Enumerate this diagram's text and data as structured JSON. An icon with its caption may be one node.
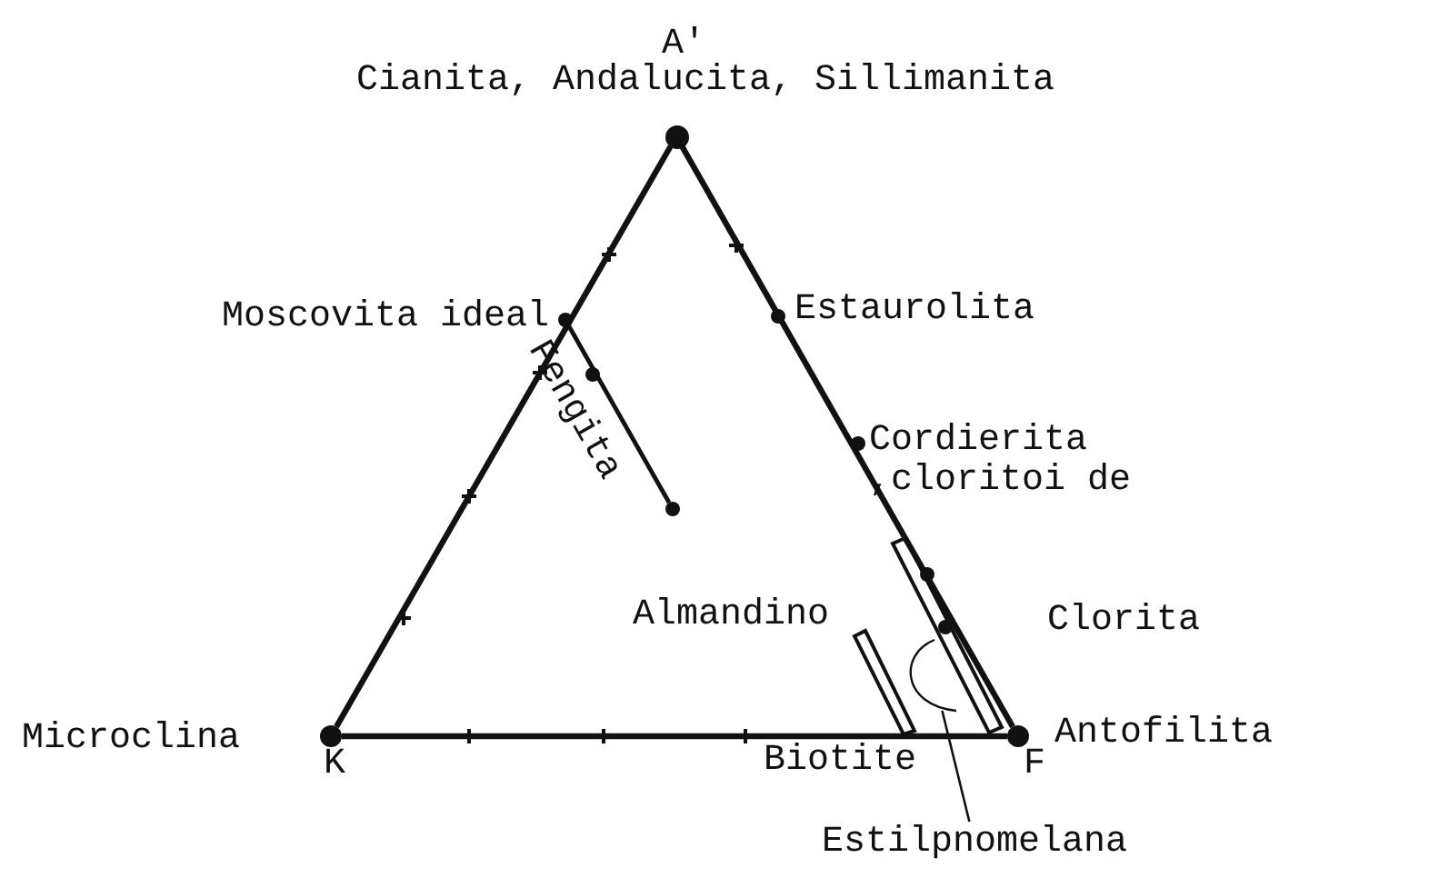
{
  "diagram": {
    "nodes": [
      {
        "text": [
          "A'"
        ],
        "beside": [
          "Cianita, Andalucita, Sillimanita"
        ]
      },
      {
        "text": [
          "K"
        ],
        "beside": [
          "Microclina"
        ]
      },
      {
        "text": [
          "F"
        ],
        "beside": [
          "Antofilita"
        ]
      },
      {
        "text": [
          "Moscovita ideal"
        ]
      },
      {
        "text": [],
        "shape": "circle"
      },
      {
        "text": [
          "Estaurolita"
        ]
      },
      {
        "text": [
          "Cordierita ,cloritoi de"
        ]
      },
      {
        "text": [
          "Estilpnomelana"
        ]
      },
      {
        "text": [],
        "shape": "loop"
      }
    ],
    "edges": [
      {
        "from": 1,
        "to": 0,
        "arrow": "none"
      },
      {
        "from": 0,
        "to": 2,
        "arrow": "none"
      },
      {
        "from": 1,
        "to": 2,
        "arrow": "none"
      },
      {
        "from": 3,
        "to": 4,
        "arrow": "none",
        "label": "Fengita"
      },
      {
        "from": 7,
        "to": 8,
        "arrow": "none"
      }
    ],
    "labels": [
      "Almandino",
      "Clorita",
      "Biotite"
    ]
  }
}
